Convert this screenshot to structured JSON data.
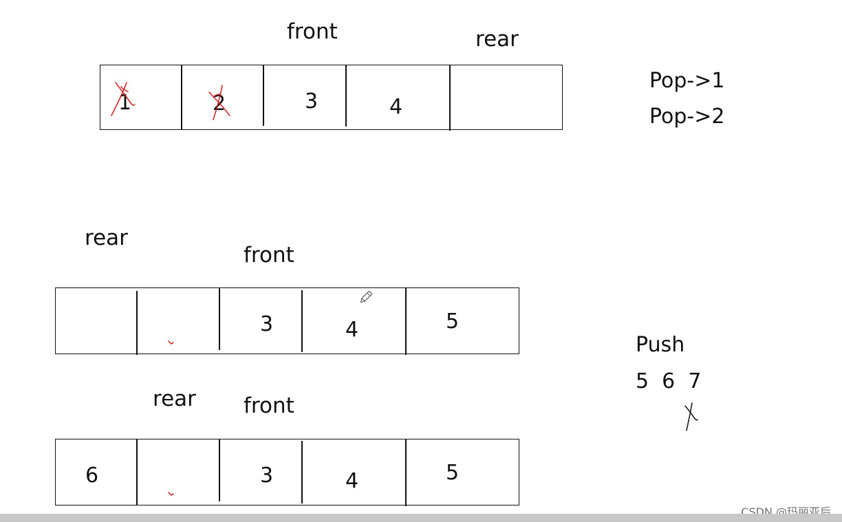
{
  "diagram1": {
    "front_label": "front",
    "rear_label": "rear",
    "cells": [
      "1",
      "2",
      "3",
      "4",
      ""
    ],
    "ops": [
      "Pop->1",
      "Pop->2"
    ]
  },
  "diagram2": {
    "rear_label": "rear",
    "front_label": "front",
    "cells": [
      "",
      "",
      "3",
      "4",
      "5"
    ],
    "push_label": "Push",
    "push_values": "5  6  7"
  },
  "diagram3": {
    "rear_label": "rear",
    "front_label": "front",
    "cells": [
      "6",
      "",
      "3",
      "4",
      "5"
    ]
  },
  "watermark": "CSDN @玛丽亚后",
  "annotation_color": "#cc1f1f",
  "icons": [
    "pencil-icon"
  ]
}
